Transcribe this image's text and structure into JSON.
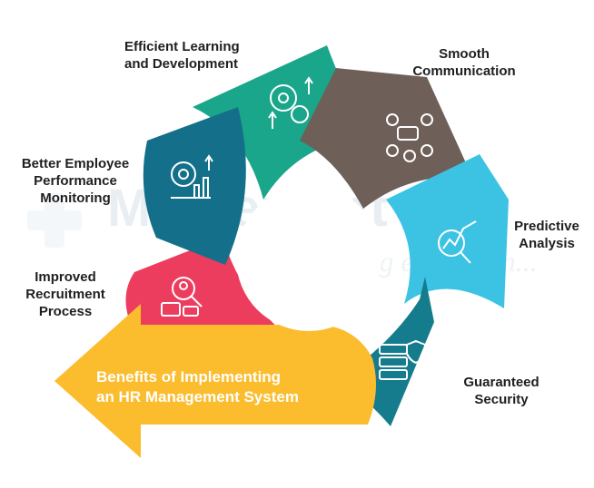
{
  "colors": {
    "learning": "#1aa68a",
    "communication": "#6e5f58",
    "predictive": "#3cc3e4",
    "security": "#147c8c",
    "arrow": "#fbbc2e",
    "recruitment": "#ec3d5e",
    "performance": "#14708a",
    "label_text": "#1f1f1f",
    "arrow_text": "#ffffff",
    "watermark": "#e9eef2"
  },
  "watermark": {
    "brand": "MasterSoft",
    "tagline": "Accelerating education..."
  },
  "center_arrow": {
    "line1": "Benefits of Implementing",
    "line2": "an HR Management System"
  },
  "segments": [
    {
      "key": "learning",
      "icon": "gear-growth-icon",
      "lines": [
        "Efficient Learning",
        "and Development"
      ]
    },
    {
      "key": "communication",
      "icon": "team-chat-icon",
      "lines": [
        "Smooth",
        "Communication"
      ]
    },
    {
      "key": "predictive",
      "icon": "magnifier-chart-icon",
      "lines": [
        "Predictive",
        "Analysis"
      ]
    },
    {
      "key": "security",
      "icon": "shield-server-icon",
      "lines": [
        "Guaranteed",
        "Security"
      ]
    },
    {
      "key": "recruitment",
      "icon": "candidate-search-icon",
      "lines": [
        "Improved",
        "Recruitment",
        "Process"
      ]
    },
    {
      "key": "performance",
      "icon": "gear-performance-icon",
      "lines": [
        "Better Employee",
        "Performance",
        "Monitoring"
      ]
    }
  ]
}
